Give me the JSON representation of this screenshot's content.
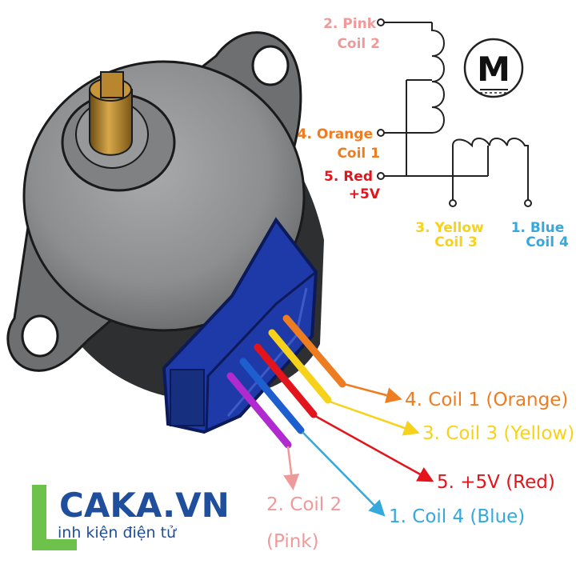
{
  "schematic": {
    "pink": {
      "name": "2. Pink",
      "coil": "Coil 2"
    },
    "orange": {
      "name": "4. Orange",
      "coil": "Coil 1"
    },
    "red": {
      "name": "5. Red",
      "coil": "+5V"
    },
    "yellow": {
      "name": "3. Yellow",
      "coil": "Coil 3"
    },
    "blue": {
      "name": "1. Blue",
      "coil": "Coil 4"
    },
    "motor_symbol": "M"
  },
  "wire_labels": {
    "orange": "4. Coil 1 (Orange)",
    "yellow": "3. Coil 3 (Yellow)",
    "red": "5. +5V (Red)",
    "blue": "1. Coil 4 (Blue)",
    "pink_line1": "2. Coil 2",
    "pink_line2": "(Pink)"
  },
  "brand": {
    "name": "CAKA.VN",
    "tagline": "inh kiện điện tử"
  },
  "colors": {
    "orange": "#ee7d22",
    "yellow": "#f7d21b",
    "red": "#e3141b",
    "blue": "#35a8dc",
    "pink": "#ee9a9a",
    "purple": "#b02ad0",
    "navy": "#1e3aa8",
    "brand_green": "#6cc24a",
    "brand_blue": "#1f4e9c"
  }
}
